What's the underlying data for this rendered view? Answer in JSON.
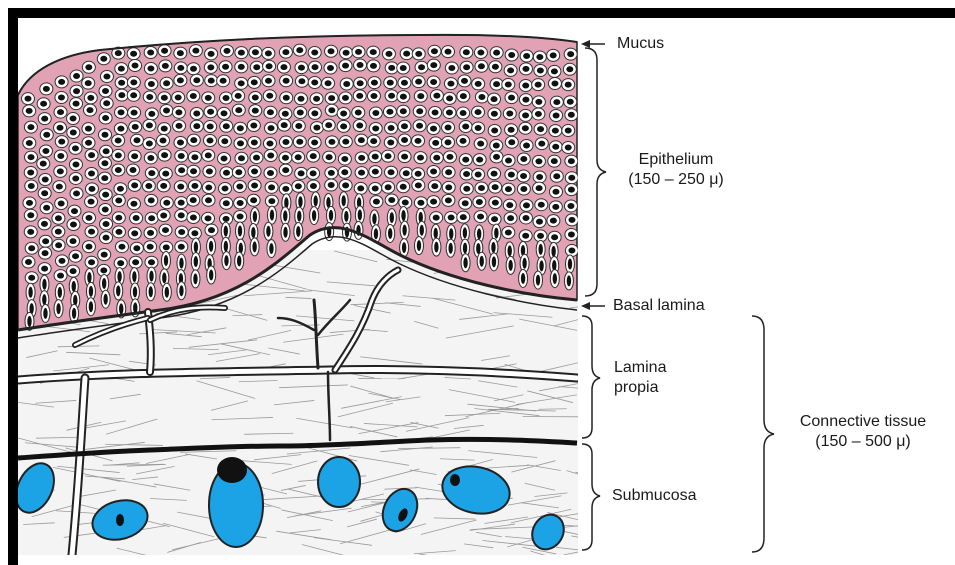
{
  "labels": {
    "mucus": "Mucus",
    "epithelium": {
      "name": "Epithelium",
      "size": "(150 – 250 μ)"
    },
    "basal_lamina": "Basal lamina",
    "lamina_propia": {
      "line1": "Lamina",
      "line2": "propia"
    },
    "connective_tissue": {
      "name": "Connective tissue",
      "size": "(150 – 500 μ)"
    },
    "submucosa": "Submucosa"
  },
  "colors": {
    "cytoplasm": "#e2a2b6",
    "nucleus": "#111111",
    "cell_nucleus_blue": "#1ba3e6",
    "fiber": "#9a9a9a",
    "frame": "#000000"
  }
}
